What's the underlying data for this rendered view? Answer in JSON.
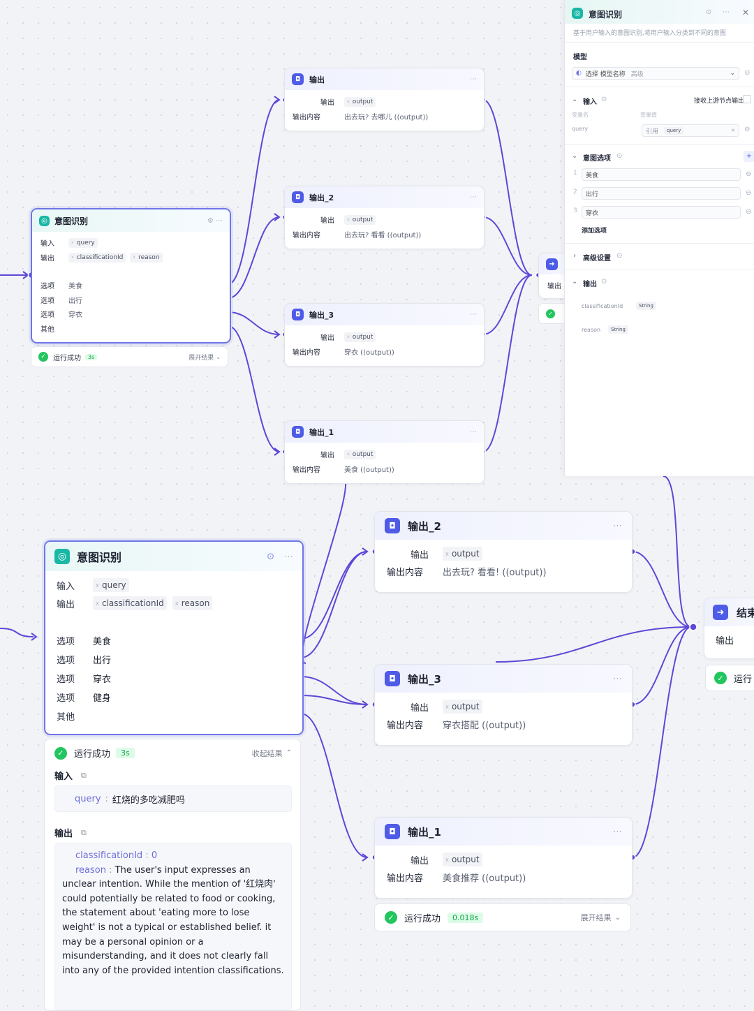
{
  "small_canvas": {
    "intent_node": {
      "title": "意图识别",
      "input_label": "输入",
      "input_var": "query",
      "output_label": "输出",
      "output_vars": [
        "classificationId",
        "reason"
      ],
      "options": [
        {
          "label": "选项",
          "value": "美食"
        },
        {
          "label": "选项",
          "value": "出行"
        },
        {
          "label": "选项",
          "value": "穿衣"
        },
        {
          "label": "其他",
          "value": ""
        }
      ],
      "status_text": "运行成功",
      "status_badge": "3s",
      "status_link": "展开结果"
    },
    "output_nodes": [
      {
        "title": "输出",
        "field_label": "输出",
        "var": "output",
        "content_label": "输出内容",
        "content": "出去玩? 去哪儿 ((output))"
      },
      {
        "title": "输出_2",
        "field_label": "输出",
        "var": "output",
        "content_label": "输出内容",
        "content": "出去玩? 看看 ((output))"
      },
      {
        "title": "输出_3",
        "field_label": "输出",
        "var": "output",
        "content_label": "输出内容",
        "content": "穿衣 ((output))"
      },
      {
        "title": "输出_1",
        "field_label": "输出",
        "var": "output",
        "content_label": "输出内容",
        "content": "美食 ((output))"
      }
    ],
    "end_node": {
      "label": "输出"
    }
  },
  "main_canvas": {
    "intent_node": {
      "title": "意图识别",
      "input_label": "输入",
      "input_var": "query",
      "output_label": "输出",
      "output_vars": [
        "classificationId",
        "reason"
      ],
      "options": [
        {
          "label": "选项",
          "value": "美食"
        },
        {
          "label": "选项",
          "value": "出行"
        },
        {
          "label": "选项",
          "value": "穿衣"
        },
        {
          "label": "选项",
          "value": "健身"
        },
        {
          "label": "其他",
          "value": ""
        }
      ]
    },
    "result_panel": {
      "status_text": "运行成功",
      "status_badge": "3s",
      "toggle_text": "收起结果",
      "input_heading": "输入",
      "input_key": "query",
      "input_value": "红烧的多吃减肥吗",
      "output_heading": "输出",
      "output_key1": "classificationId",
      "output_val1": "0",
      "output_key2": "reason",
      "output_val2": "The user's input expresses an unclear intention. While the mention of '红烧肉' could potentially be related to food or cooking, the statement about 'eating more to lose weight' is not a typical or established belief. it may be a personal opinion or a misunderstanding, and it does not clearly fall into any of the provided intention classifications."
    },
    "output_nodes": [
      {
        "title": "输出_2",
        "field_label": "输出",
        "var": "output",
        "content_label": "输出内容",
        "content": "出去玩? 看看! ((output))"
      },
      {
        "title": "输出_3",
        "field_label": "输出",
        "var": "output",
        "content_label": "输出内容",
        "content": "穿衣搭配 ((output))"
      },
      {
        "title": "输出_1",
        "field_label": "输出",
        "var": "output",
        "content_label": "输出内容",
        "content": "美食推荐 ((output))"
      }
    ],
    "output1_status": {
      "text": "运行成功",
      "badge": "0.018s",
      "link": "展开结果"
    },
    "end_node": {
      "title": "结束",
      "label": "输出",
      "status_text": "运行"
    }
  },
  "side_panel": {
    "title": "意图识别",
    "description": "基于用户输入的意图识别,将用户输入分类到不同的意图",
    "model_label": "模型",
    "model_value": "选择 模型名称",
    "model_suffix": "高级",
    "input_section": "输入",
    "input_hint": "接收上游节点输出",
    "input_col1": "变量名",
    "input_col2": "变量值",
    "input_var": "query",
    "input_ref": "引用",
    "options_section": "意图选项",
    "options": [
      "美食",
      "出行",
      "穿衣"
    ],
    "add_option": "添加选项",
    "advanced_section": "高级设置",
    "output_section": "输出",
    "output_vars": [
      {
        "name": "classificationId",
        "type": "String"
      },
      {
        "name": "reason",
        "type": "String"
      }
    ],
    "end_label": "输出"
  }
}
